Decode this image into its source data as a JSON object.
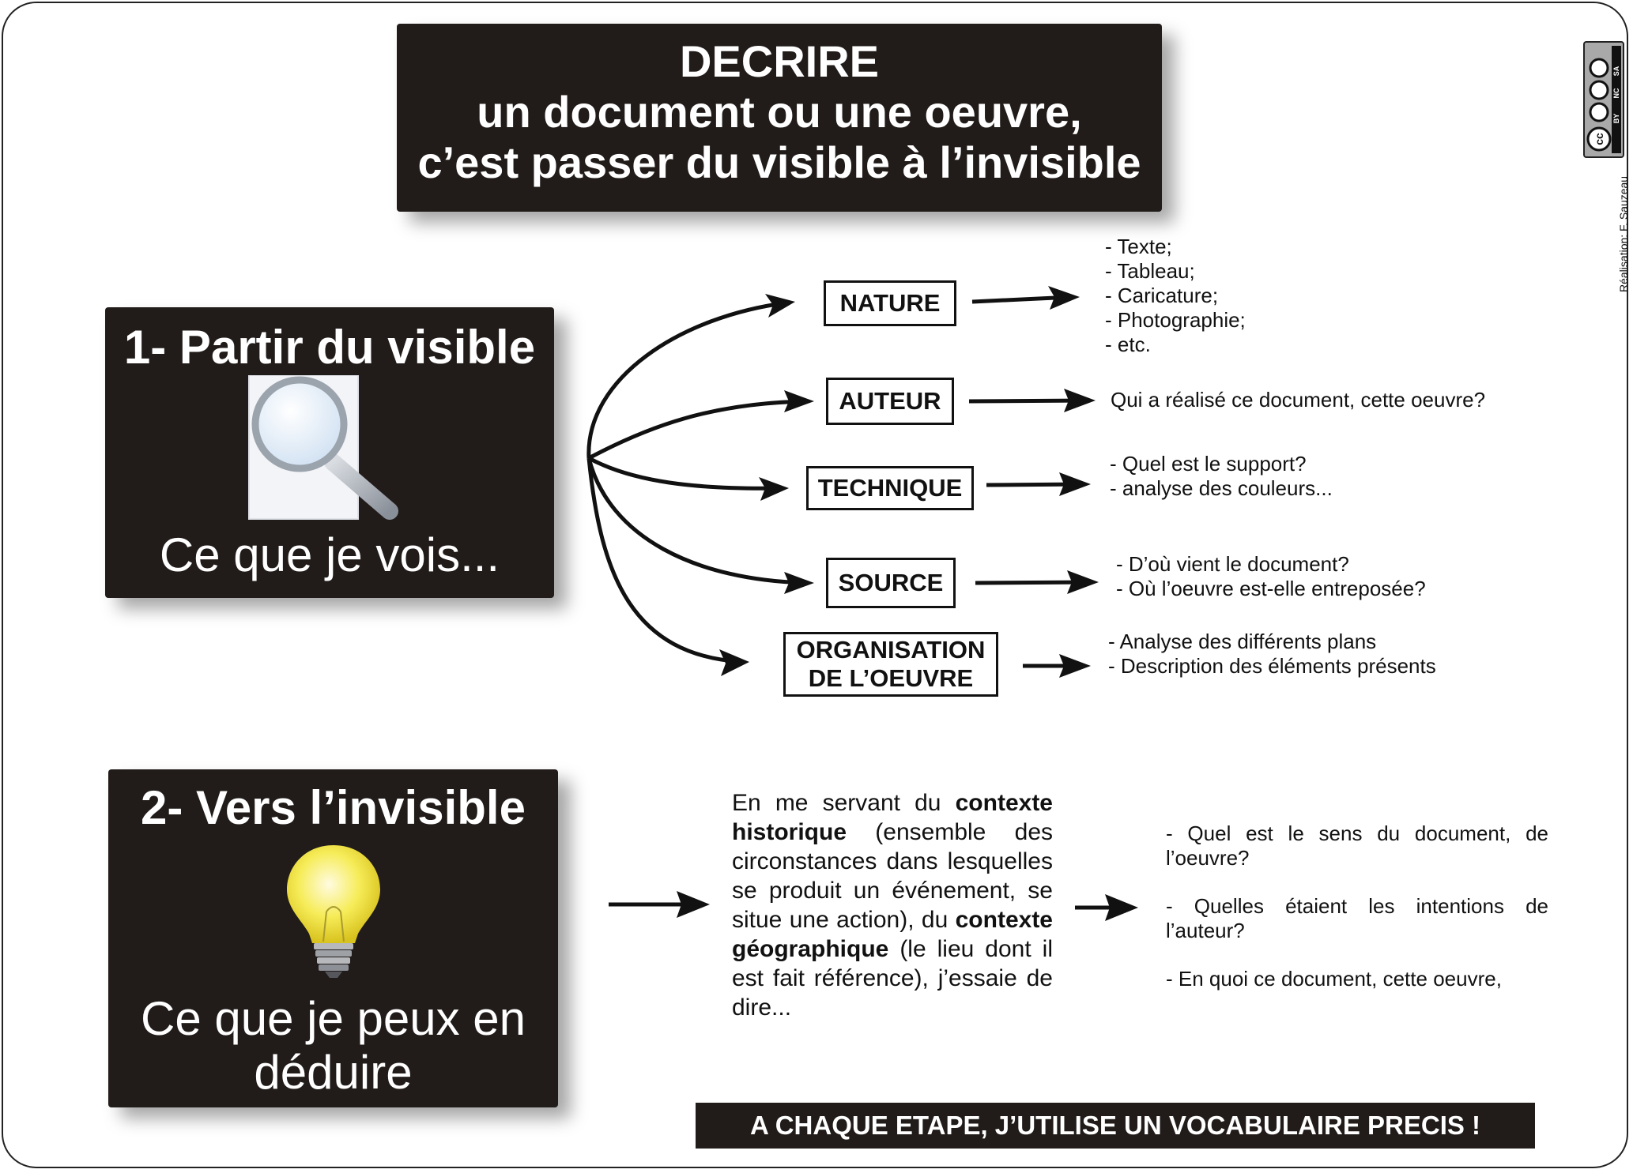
{
  "title": {
    "line1": "DECRIRE",
    "line2": "un document ou une oeuvre,",
    "line3": "c’est passer du visible à l’invisible"
  },
  "step1": {
    "heading": "1- Partir du visible",
    "caption": "Ce que je vois...",
    "icon": "magnifier-icon"
  },
  "step2": {
    "heading": "2- Vers l’invisible",
    "caption_line1": "Ce que je peux en",
    "caption_line2": "déduire",
    "icon": "lightbulb-icon"
  },
  "categories": {
    "nature": {
      "label": "NATURE",
      "items": [
        "- Texte;",
        "- Tableau;",
        "- Caricature;",
        "- Photographie;",
        "- etc."
      ]
    },
    "auteur": {
      "label": "AUTEUR",
      "items": [
        "Qui a réalisé ce document, cette oeuvre?"
      ]
    },
    "technique": {
      "label": "TECHNIQUE",
      "items": [
        "- Quel est le support?",
        "- analyse des couleurs..."
      ]
    },
    "source": {
      "label": "SOURCE",
      "items": [
        "- D’où vient le document?",
        "- Où l’oeuvre est-elle entreposée?"
      ]
    },
    "organisation": {
      "label_line1": "ORGANISATION",
      "label_line2": "DE L’OEUVRE",
      "items": [
        "- Analyse des différents plans",
        "- Description des éléments présents"
      ]
    }
  },
  "context": {
    "p1": "En me servant du ",
    "b1": "contexte historique",
    "p2": " (ensemble des circonstances dans lesquelles se produit un événement, se situe une action), du ",
    "b2": "contexte géographique",
    "p3": " (le lieu dont il est fait référence), j’essaie de dire..."
  },
  "questions": [
    "- Quel est le sens du document, de l’oeuvre?",
    "- Quelles étaient les intentions de l’auteur?",
    "- En quoi ce document, cette oeuvre,"
  ],
  "banner": "A CHAQUE ETAPE, J’UTILISE UN VOCABULAIRE PRECIS !",
  "license": {
    "cc": "cc",
    "by": "BY",
    "nc": "NC",
    "sa": "SA"
  },
  "credit": "Réalisation: F. Sauzeau",
  "colors": {
    "block_bg": "#211c1a",
    "bulb": "#f2e84a",
    "ink": "#111111"
  }
}
